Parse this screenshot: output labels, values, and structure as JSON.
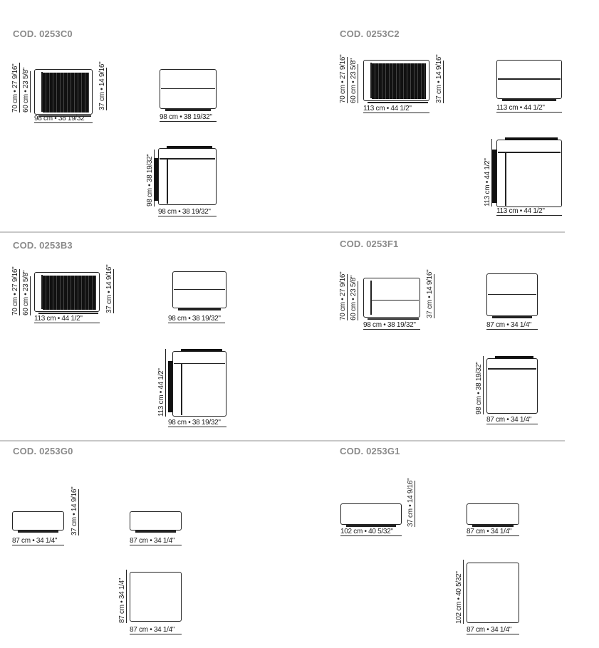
{
  "sections": [
    {
      "code": "COD. 0253C0",
      "dim_back_height": "70 cm • 27 9/16\"",
      "dim_inner_height": "60 cm • 23 5/8\"",
      "dim_seat_height": "37 cm • 14 9/16\"",
      "dim_side_width": "98 cm • 38 19/32\"",
      "dim_front_width": "98 cm • 38 19/32\"",
      "dim_top_depth": "98 cm • 38 19/32\"",
      "dim_top_width": "98 cm • 38 19/32\""
    },
    {
      "code": "COD. 0253C2",
      "dim_back_height": "70 cm • 27 9/16\"",
      "dim_inner_height": "60 cm • 23 5/8\"",
      "dim_seat_height": "37 cm • 14 9/16\"",
      "dim_side_width": "113 cm • 44 1/2\"",
      "dim_front_width": "113 cm • 44 1/2\"",
      "dim_top_depth": "113 cm • 44 1/2\"",
      "dim_top_width": "113 cm • 44 1/2\""
    },
    {
      "code": "COD. 0253B3",
      "dim_back_height": "70 cm • 27 9/16\"",
      "dim_inner_height": "60 cm • 23 5/8\"",
      "dim_seat_height": "37 cm • 14 9/16\"",
      "dim_side_width": "113 cm • 44 1/2\"",
      "dim_front_width": "98 cm • 38 19/32\"",
      "dim_top_depth": "113 cm • 44 1/2\"",
      "dim_top_width": "98 cm • 38 19/32\""
    },
    {
      "code": "COD. 0253F1",
      "dim_back_height": "70 cm • 27 9/16\"",
      "dim_inner_height": "60 cm • 23 5/8\"",
      "dim_seat_height": "37 cm • 14 9/16\"",
      "dim_side_width": "98 cm • 38 19/32\"",
      "dim_front_width": "87 cm • 34 1/4\"",
      "dim_top_depth": "98 cm • 38 19/32\"",
      "dim_top_width": "87 cm • 34 1/4\""
    },
    {
      "code": "COD. 0253G0",
      "dim_seat_height": "37 cm • 14 9/16\"",
      "dim_side_width": "87 cm • 34 1/4\"",
      "dim_front_width": "87 cm • 34 1/4\"",
      "dim_top_depth": "87 cm • 34 1/4\"",
      "dim_top_width": "87 cm • 34 1/4\""
    },
    {
      "code": "COD. 0253G1",
      "dim_seat_height": "37 cm • 14 9/16\"",
      "dim_side_width": "102 cm • 40 5/32\"",
      "dim_front_width": "87 cm • 34 1/4\"",
      "dim_top_depth": "102 cm • 40 5/32\"",
      "dim_top_width": "87 cm • 34 1/4\""
    }
  ]
}
